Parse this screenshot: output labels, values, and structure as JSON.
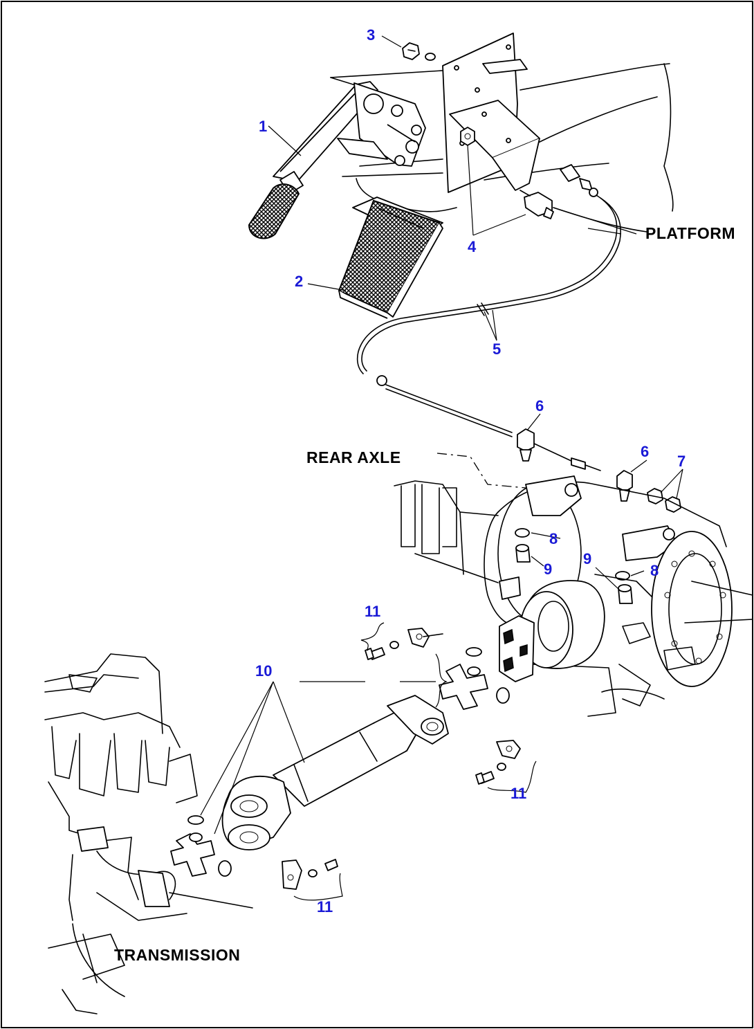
{
  "labels": {
    "platform": "PLATFORM",
    "rear_axle": "REAR AXLE",
    "transmission": "TRANSMISSION"
  },
  "callouts": [
    {
      "id": "c1",
      "text": "1"
    },
    {
      "id": "c2",
      "text": "2"
    },
    {
      "id": "c3",
      "text": "3"
    },
    {
      "id": "c4",
      "text": "4"
    },
    {
      "id": "c5",
      "text": "5"
    },
    {
      "id": "c6a",
      "text": "6"
    },
    {
      "id": "c6b",
      "text": "6"
    },
    {
      "id": "c7",
      "text": "7"
    },
    {
      "id": "c8a",
      "text": "8"
    },
    {
      "id": "c8b",
      "text": "8"
    },
    {
      "id": "c9a",
      "text": "9"
    },
    {
      "id": "c9b",
      "text": "9"
    },
    {
      "id": "c10",
      "text": "10"
    },
    {
      "id": "c11a",
      "text": "11"
    },
    {
      "id": "c11b",
      "text": "11"
    },
    {
      "id": "c11c",
      "text": "11"
    }
  ],
  "colors": {
    "callout": "#1a1ad6",
    "line": "#000000",
    "background": "#ffffff"
  }
}
